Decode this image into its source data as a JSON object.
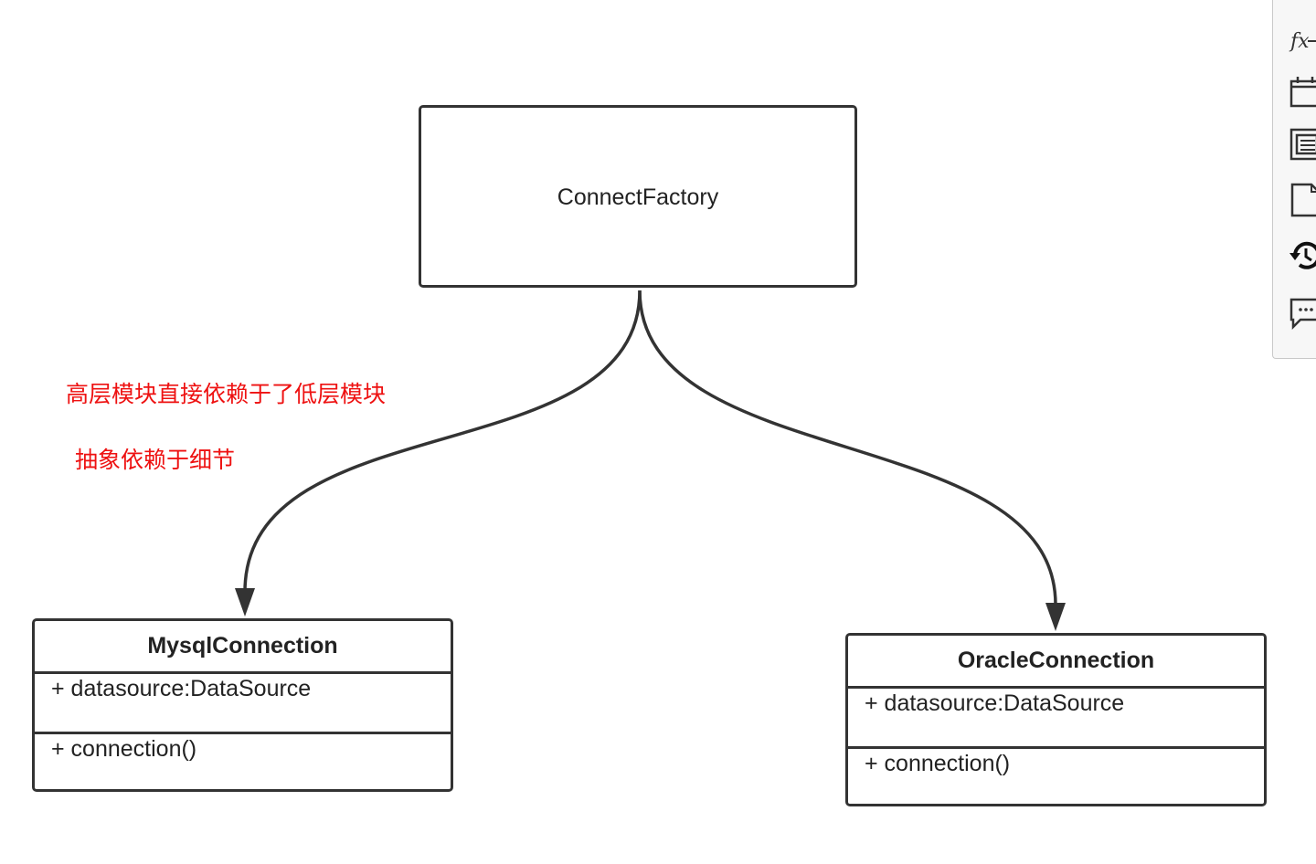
{
  "diagram": {
    "factory": {
      "name": "ConnectFactory"
    },
    "classes": [
      {
        "name": "MysqlConnection",
        "attributes": [
          "+ datasource:DataSource"
        ],
        "methods": [
          "+ connection()"
        ]
      },
      {
        "name": "OracleConnection",
        "attributes": [
          "+ datasource:DataSource"
        ],
        "methods": [
          "+ connection()"
        ]
      }
    ],
    "notes": [
      "高层模块直接依赖于了低层模块",
      "抽象依赖于细节"
    ],
    "colors": {
      "stroke": "#333333",
      "note": "#ee1111"
    }
  },
  "toolbar": {
    "icons": [
      "formula-icon",
      "calendar-icon",
      "format-panel-icon",
      "page-icon",
      "history-icon",
      "comment-icon"
    ]
  }
}
